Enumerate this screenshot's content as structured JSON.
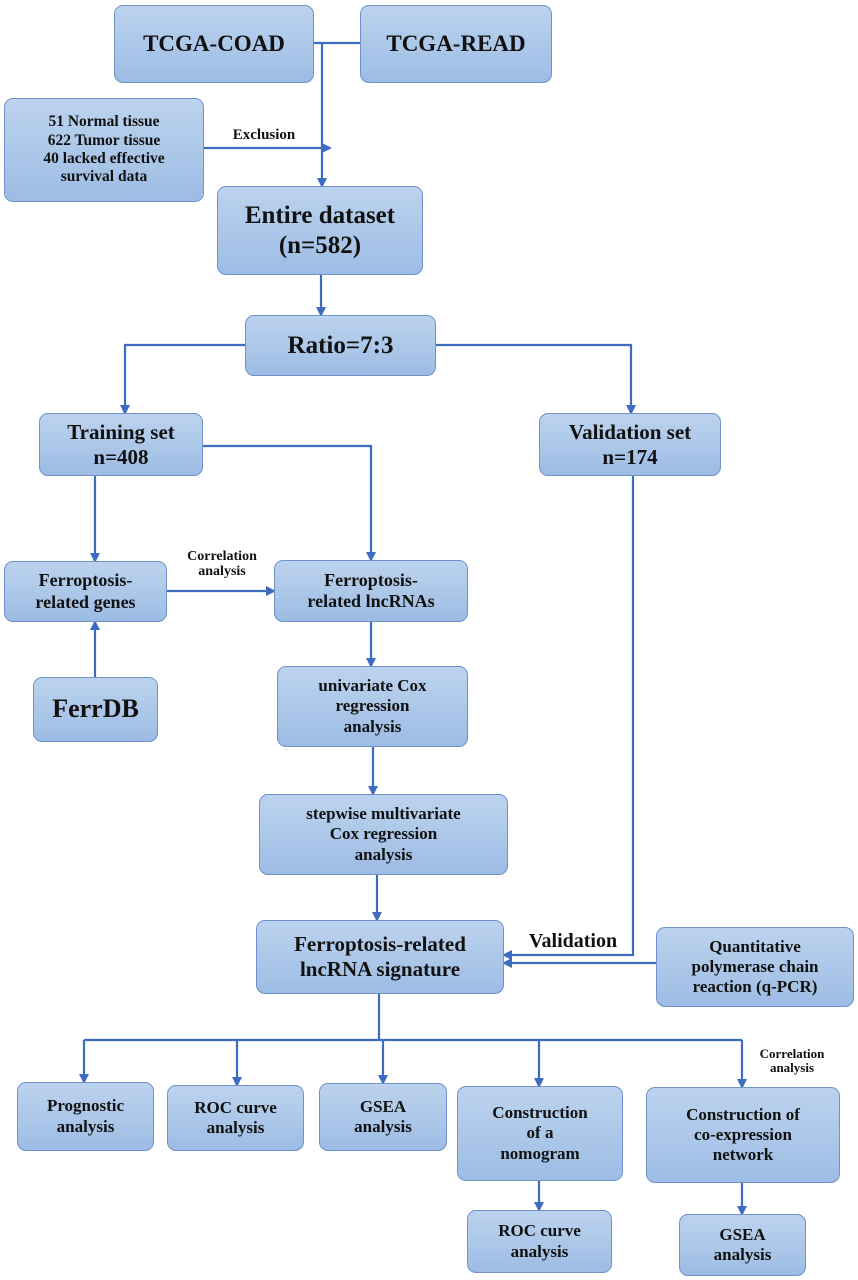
{
  "nodes": {
    "tcga_coad": "TCGA-COAD",
    "tcga_read": "TCGA-READ",
    "excluded": "51 Normal tissue\n622 Tumor tissue\n40 lacked effective\nsurvival data",
    "entire_dataset": "Entire dataset\n(n=582)",
    "ratio": "Ratio=7:3",
    "training_set": "Training set\nn=408",
    "validation_set": "Validation set\nn=174",
    "ferroptosis_genes": "Ferroptosis-\nrelated genes",
    "ferroptosis_lncrnas": "Ferroptosis-\nrelated lncRNAs",
    "ferrdb": "FerrDB",
    "univariate_cox": "univariate Cox\nregression\nanalysis",
    "stepwise_cox": "stepwise multivariate\nCox regression\nanalysis",
    "signature": "Ferroptosis-related\nlncRNA signature",
    "qpcr": "Quantitative\npolymerase chain\nreaction (q-PCR)",
    "prognostic": "Prognostic\nanalysis",
    "roc_curve": "ROC curve\nanalysis",
    "gsea": "GSEA\nanalysis",
    "nomogram": "Construction\nof a\nnomogram",
    "coexpression": "Construction of\nco-expression\nnetwork",
    "roc_curve_2": "ROC curve\nanalysis",
    "gsea_2": "GSEA\nanalysis"
  },
  "edge_labels": {
    "exclusion": "Exclusion",
    "correlation_1": "Correlation\nanalysis",
    "validation": "Validation",
    "correlation_2": "Correlation\nanalysis"
  },
  "colors": {
    "box_fill_top": "#bcd3ee",
    "box_fill_bottom": "#9dbce4",
    "box_border": "#6f93c9",
    "connector": "#3d6cc0"
  }
}
